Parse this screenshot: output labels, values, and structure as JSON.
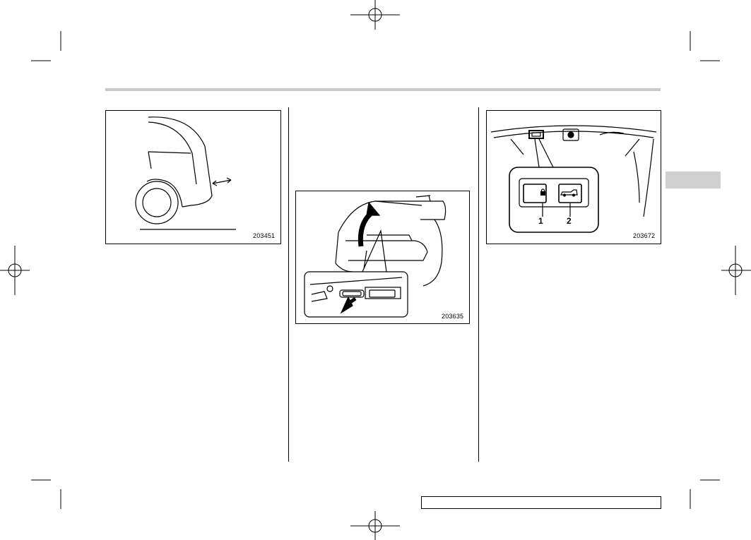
{
  "figures": [
    {
      "code": "203451"
    },
    {
      "code": "203635"
    },
    {
      "code": "203672",
      "callouts": [
        "1",
        "2"
      ]
    }
  ],
  "icons": {
    "fig3_button1": "lock-icon",
    "fig3_button2": "liftgate-open-icon"
  },
  "colors": {
    "header_bar": "#c8c8c8",
    "side_tab": "#cfcfcf"
  }
}
